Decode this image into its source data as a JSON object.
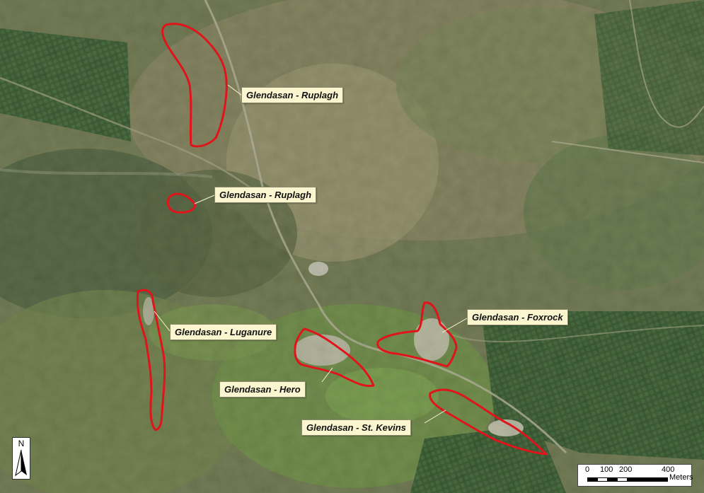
{
  "labels": {
    "ruplagh_north": "Glendasan - Ruplagh",
    "ruplagh_south": "Glendasan - Ruplagh",
    "luganure": "Glendasan - Luganure",
    "hero": "Glendasan - Hero",
    "foxrock": "Glendasan - Foxrock",
    "st_kevins": "Glendasan - St. Kevins"
  },
  "north_arrow": {
    "letter": "N",
    "icon": "north-arrow-icon"
  },
  "scale_bar": {
    "ticks": [
      "0",
      "100",
      "200",
      "400"
    ],
    "unit": "Meters"
  },
  "colors": {
    "outline": "#e0141a",
    "label_bg": "#fbf6cf"
  }
}
